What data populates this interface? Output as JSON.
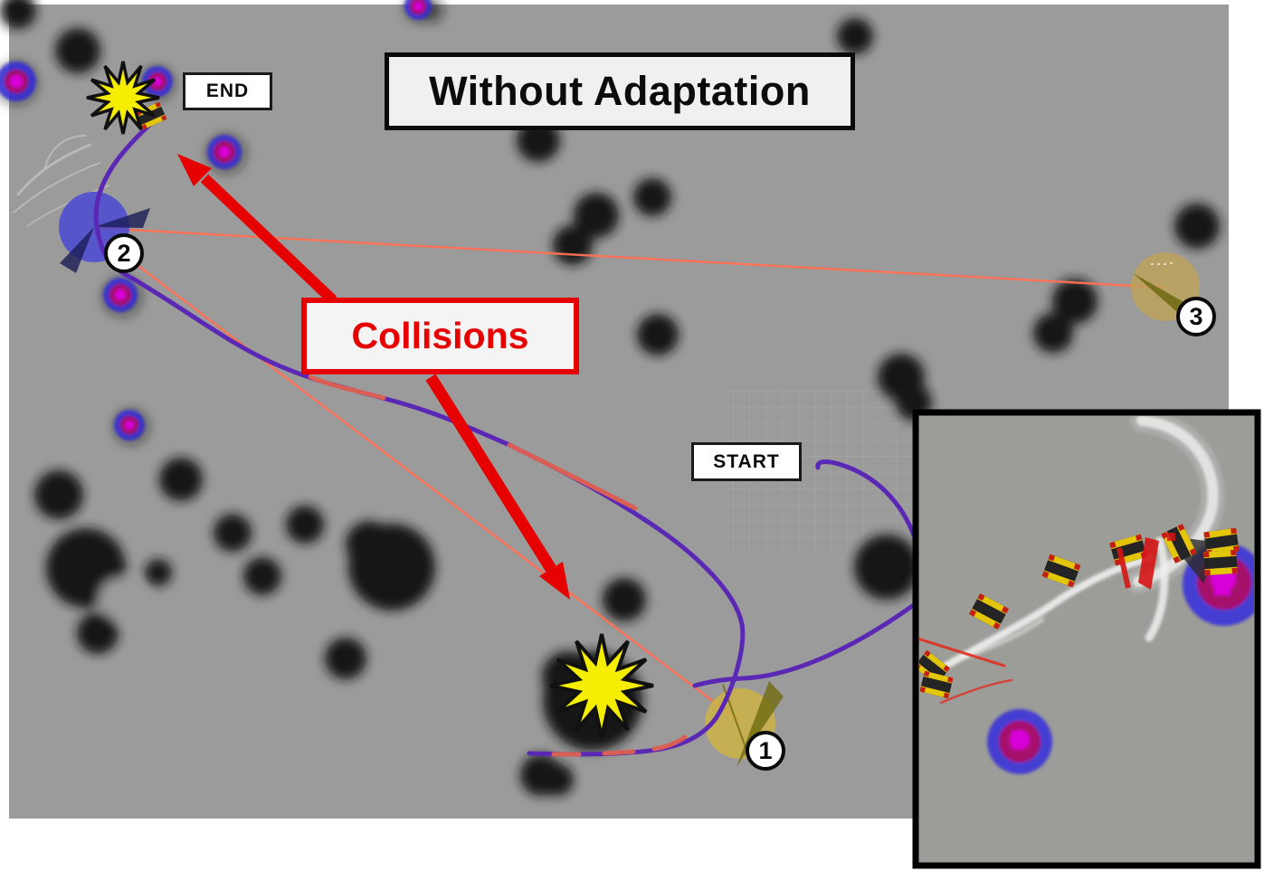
{
  "figure": {
    "title": "Without Adaptation",
    "labels": {
      "end": "END",
      "start": "START",
      "collisions": "Collisions"
    },
    "waypoints": [
      {
        "label": "1"
      },
      {
        "label": "2"
      },
      {
        "label": "3"
      }
    ],
    "colors": {
      "map_background": "#9b9b9b",
      "trajectory_purple": "#5a28b4",
      "collision_segment_red": "#d95f55",
      "collision_link_orange": "#ff7055",
      "annotation_red": "#e60000",
      "explosion_yellow": "#f5ee00",
      "agent2_blue": "#4747d4",
      "agent1_tan": "#d0b440",
      "agent3_tan": "#bfa257",
      "costmap_blue": "#2f25e0",
      "costmap_magenta": "#d803d8"
    }
  }
}
